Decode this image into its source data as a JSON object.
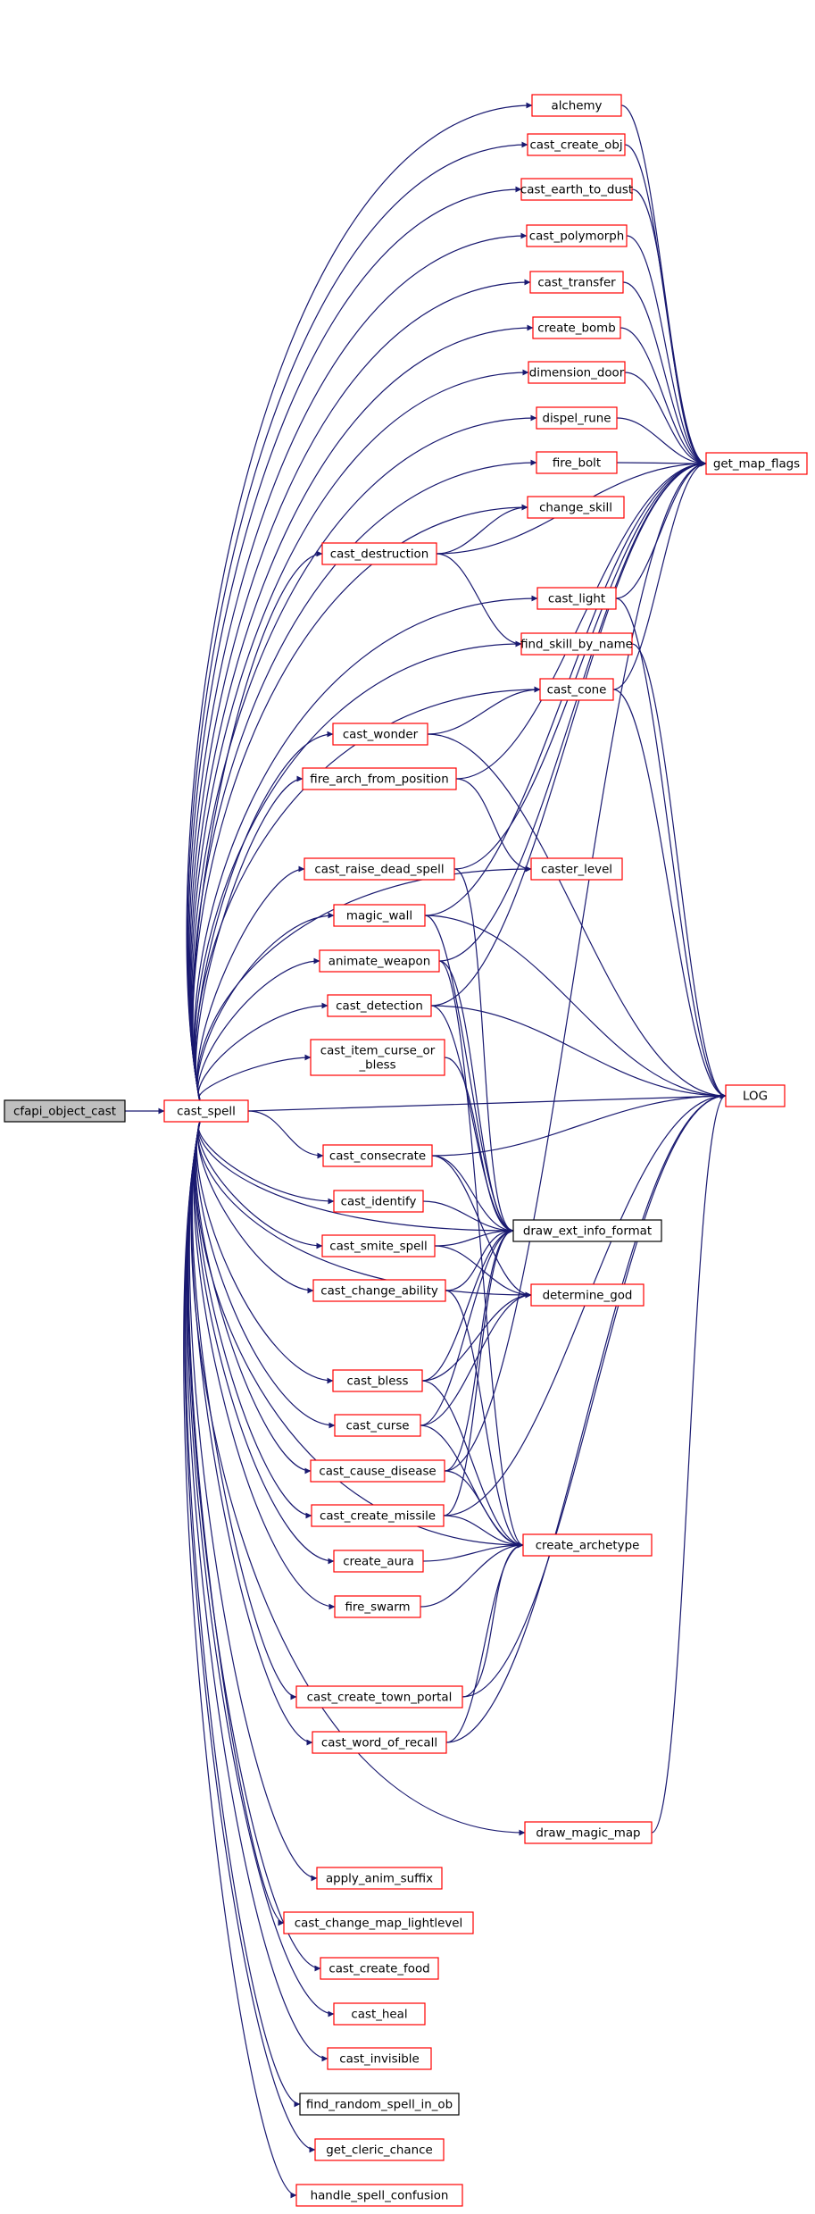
{
  "colors": {
    "edge": "#191970",
    "node_border_red": "#ff0000",
    "node_border_black": "#000000",
    "root_fill": "#bfbfbf",
    "node_fill": "#ffffff",
    "text": "#000000"
  },
  "nodes": [
    {
      "id": "cfapi_object_cast",
      "lines": [
        "cfapi_object_cast"
      ],
      "border": "black",
      "root": true
    },
    {
      "id": "cast_spell",
      "lines": [
        "cast_spell"
      ],
      "border": "red"
    },
    {
      "id": "alchemy",
      "lines": [
        "alchemy"
      ],
      "border": "red"
    },
    {
      "id": "cast_create_obj",
      "lines": [
        "cast_create_obj"
      ],
      "border": "red"
    },
    {
      "id": "cast_earth_to_dust",
      "lines": [
        "cast_earth_to_dust"
      ],
      "border": "red"
    },
    {
      "id": "cast_polymorph",
      "lines": [
        "cast_polymorph"
      ],
      "border": "red"
    },
    {
      "id": "cast_transfer",
      "lines": [
        "cast_transfer"
      ],
      "border": "red"
    },
    {
      "id": "create_bomb",
      "lines": [
        "create_bomb"
      ],
      "border": "red"
    },
    {
      "id": "dimension_door",
      "lines": [
        "dimension_door"
      ],
      "border": "red"
    },
    {
      "id": "dispel_rune",
      "lines": [
        "dispel_rune"
      ],
      "border": "red"
    },
    {
      "id": "fire_bolt",
      "lines": [
        "fire_bolt"
      ],
      "border": "red"
    },
    {
      "id": "get_map_flags",
      "lines": [
        "get_map_flags"
      ],
      "border": "red"
    },
    {
      "id": "change_skill",
      "lines": [
        "change_skill"
      ],
      "border": "red"
    },
    {
      "id": "cast_destruction",
      "lines": [
        "cast_destruction"
      ],
      "border": "red"
    },
    {
      "id": "cast_light",
      "lines": [
        "cast_light"
      ],
      "border": "red"
    },
    {
      "id": "find_skill_by_name",
      "lines": [
        "find_skill_by_name"
      ],
      "border": "red"
    },
    {
      "id": "cast_cone",
      "lines": [
        "cast_cone"
      ],
      "border": "red"
    },
    {
      "id": "cast_wonder",
      "lines": [
        "cast_wonder"
      ],
      "border": "red"
    },
    {
      "id": "fire_arch_from_position",
      "lines": [
        "fire_arch_from_position"
      ],
      "border": "red"
    },
    {
      "id": "caster_level",
      "lines": [
        "caster_level"
      ],
      "border": "red"
    },
    {
      "id": "cast_raise_dead_spell",
      "lines": [
        "cast_raise_dead_spell"
      ],
      "border": "red"
    },
    {
      "id": "magic_wall",
      "lines": [
        "magic_wall"
      ],
      "border": "red"
    },
    {
      "id": "animate_weapon",
      "lines": [
        "animate_weapon"
      ],
      "border": "red"
    },
    {
      "id": "cast_detection",
      "lines": [
        "cast_detection"
      ],
      "border": "red"
    },
    {
      "id": "LOG",
      "lines": [
        "LOG"
      ],
      "border": "red"
    },
    {
      "id": "cast_item_curse_or_bless",
      "lines": [
        "cast_item_curse_or",
        "_bless"
      ],
      "border": "red"
    },
    {
      "id": "cast_consecrate",
      "lines": [
        "cast_consecrate"
      ],
      "border": "red"
    },
    {
      "id": "cast_identify",
      "lines": [
        "cast_identify"
      ],
      "border": "red"
    },
    {
      "id": "draw_ext_info_format",
      "lines": [
        "draw_ext_info_format"
      ],
      "border": "black"
    },
    {
      "id": "cast_smite_spell",
      "lines": [
        "cast_smite_spell"
      ],
      "border": "red"
    },
    {
      "id": "cast_change_ability",
      "lines": [
        "cast_change_ability"
      ],
      "border": "red"
    },
    {
      "id": "determine_god",
      "lines": [
        "determine_god"
      ],
      "border": "red"
    },
    {
      "id": "cast_bless",
      "lines": [
        "cast_bless"
      ],
      "border": "red"
    },
    {
      "id": "cast_curse",
      "lines": [
        "cast_curse"
      ],
      "border": "red"
    },
    {
      "id": "cast_cause_disease",
      "lines": [
        "cast_cause_disease"
      ],
      "border": "red"
    },
    {
      "id": "cast_create_missile",
      "lines": [
        "cast_create_missile"
      ],
      "border": "red"
    },
    {
      "id": "create_archetype",
      "lines": [
        "create_archetype"
      ],
      "border": "red"
    },
    {
      "id": "create_aura",
      "lines": [
        "create_aura"
      ],
      "border": "red"
    },
    {
      "id": "fire_swarm",
      "lines": [
        "fire_swarm"
      ],
      "border": "red"
    },
    {
      "id": "cast_create_town_portal",
      "lines": [
        "cast_create_town_portal"
      ],
      "border": "red"
    },
    {
      "id": "cast_word_of_recall",
      "lines": [
        "cast_word_of_recall"
      ],
      "border": "red"
    },
    {
      "id": "draw_magic_map",
      "lines": [
        "draw_magic_map"
      ],
      "border": "red"
    },
    {
      "id": "apply_anim_suffix",
      "lines": [
        "apply_anim_suffix"
      ],
      "border": "red"
    },
    {
      "id": "cast_change_map_lightlevel",
      "lines": [
        "cast_change_map_lightlevel"
      ],
      "border": "red"
    },
    {
      "id": "cast_create_food",
      "lines": [
        "cast_create_food"
      ],
      "border": "red"
    },
    {
      "id": "cast_heal",
      "lines": [
        "cast_heal"
      ],
      "border": "red"
    },
    {
      "id": "cast_invisible",
      "lines": [
        "cast_invisible"
      ],
      "border": "red"
    },
    {
      "id": "find_random_spell_in_ob",
      "lines": [
        "find_random_spell_in_ob"
      ],
      "border": "black"
    },
    {
      "id": "get_cleric_chance",
      "lines": [
        "get_cleric_chance"
      ],
      "border": "red"
    },
    {
      "id": "handle_spell_confusion",
      "lines": [
        "handle_spell_confusion"
      ],
      "border": "red"
    }
  ],
  "edges": [
    [
      "cfapi_object_cast",
      "cast_spell"
    ],
    [
      "cast_spell",
      "alchemy"
    ],
    [
      "cast_spell",
      "cast_create_obj"
    ],
    [
      "cast_spell",
      "cast_earth_to_dust"
    ],
    [
      "cast_spell",
      "cast_polymorph"
    ],
    [
      "cast_spell",
      "cast_transfer"
    ],
    [
      "cast_spell",
      "create_bomb"
    ],
    [
      "cast_spell",
      "dimension_door"
    ],
    [
      "cast_spell",
      "dispel_rune"
    ],
    [
      "cast_spell",
      "fire_bolt"
    ],
    [
      "cast_spell",
      "change_skill"
    ],
    [
      "cast_spell",
      "cast_destruction"
    ],
    [
      "cast_spell",
      "cast_light"
    ],
    [
      "cast_spell",
      "find_skill_by_name"
    ],
    [
      "cast_spell",
      "cast_cone"
    ],
    [
      "cast_spell",
      "cast_wonder"
    ],
    [
      "cast_spell",
      "fire_arch_from_position"
    ],
    [
      "cast_spell",
      "caster_level"
    ],
    [
      "cast_spell",
      "cast_raise_dead_spell"
    ],
    [
      "cast_spell",
      "magic_wall"
    ],
    [
      "cast_spell",
      "animate_weapon"
    ],
    [
      "cast_spell",
      "cast_detection"
    ],
    [
      "cast_spell",
      "cast_item_curse_or_bless"
    ],
    [
      "cast_spell",
      "LOG"
    ],
    [
      "cast_spell",
      "cast_consecrate"
    ],
    [
      "cast_spell",
      "cast_identify"
    ],
    [
      "cast_spell",
      "draw_ext_info_format"
    ],
    [
      "cast_spell",
      "cast_smite_spell"
    ],
    [
      "cast_spell",
      "cast_change_ability"
    ],
    [
      "cast_spell",
      "determine_god"
    ],
    [
      "cast_spell",
      "cast_bless"
    ],
    [
      "cast_spell",
      "cast_curse"
    ],
    [
      "cast_spell",
      "cast_cause_disease"
    ],
    [
      "cast_spell",
      "cast_create_missile"
    ],
    [
      "cast_spell",
      "create_archetype"
    ],
    [
      "cast_spell",
      "create_aura"
    ],
    [
      "cast_spell",
      "fire_swarm"
    ],
    [
      "cast_spell",
      "cast_create_town_portal"
    ],
    [
      "cast_spell",
      "cast_word_of_recall"
    ],
    [
      "cast_spell",
      "draw_magic_map"
    ],
    [
      "cast_spell",
      "apply_anim_suffix"
    ],
    [
      "cast_spell",
      "cast_change_map_lightlevel"
    ],
    [
      "cast_spell",
      "cast_create_food"
    ],
    [
      "cast_spell",
      "cast_heal"
    ],
    [
      "cast_spell",
      "cast_invisible"
    ],
    [
      "cast_spell",
      "find_random_spell_in_ob"
    ],
    [
      "cast_spell",
      "get_cleric_chance"
    ],
    [
      "cast_spell",
      "handle_spell_confusion"
    ],
    [
      "alchemy",
      "get_map_flags"
    ],
    [
      "cast_create_obj",
      "get_map_flags"
    ],
    [
      "cast_earth_to_dust",
      "get_map_flags"
    ],
    [
      "cast_polymorph",
      "get_map_flags"
    ],
    [
      "cast_transfer",
      "get_map_flags"
    ],
    [
      "create_bomb",
      "get_map_flags"
    ],
    [
      "dimension_door",
      "get_map_flags"
    ],
    [
      "dispel_rune",
      "get_map_flags"
    ],
    [
      "fire_bolt",
      "get_map_flags"
    ],
    [
      "cast_destruction",
      "change_skill"
    ],
    [
      "cast_destruction",
      "get_map_flags"
    ],
    [
      "cast_destruction",
      "find_skill_by_name"
    ],
    [
      "cast_light",
      "get_map_flags"
    ],
    [
      "cast_light",
      "LOG"
    ],
    [
      "find_skill_by_name",
      "LOG"
    ],
    [
      "cast_cone",
      "get_map_flags"
    ],
    [
      "cast_cone",
      "LOG"
    ],
    [
      "cast_wonder",
      "cast_cone"
    ],
    [
      "cast_wonder",
      "LOG"
    ],
    [
      "fire_arch_from_position",
      "get_map_flags"
    ],
    [
      "fire_arch_from_position",
      "caster_level"
    ],
    [
      "cast_raise_dead_spell",
      "get_map_flags"
    ],
    [
      "cast_raise_dead_spell",
      "draw_ext_info_format"
    ],
    [
      "magic_wall",
      "get_map_flags"
    ],
    [
      "magic_wall",
      "LOG"
    ],
    [
      "magic_wall",
      "draw_ext_info_format"
    ],
    [
      "animate_weapon",
      "get_map_flags"
    ],
    [
      "animate_weapon",
      "draw_ext_info_format"
    ],
    [
      "animate_weapon",
      "create_archetype"
    ],
    [
      "cast_detection",
      "LOG"
    ],
    [
      "cast_detection",
      "get_map_flags"
    ],
    [
      "cast_detection",
      "draw_ext_info_format"
    ],
    [
      "cast_item_curse_or_bless",
      "draw_ext_info_format"
    ],
    [
      "cast_consecrate",
      "LOG"
    ],
    [
      "cast_consecrate",
      "draw_ext_info_format"
    ],
    [
      "cast_consecrate",
      "determine_god"
    ],
    [
      "cast_identify",
      "draw_ext_info_format"
    ],
    [
      "cast_smite_spell",
      "draw_ext_info_format"
    ],
    [
      "cast_smite_spell",
      "determine_god"
    ],
    [
      "cast_change_ability",
      "draw_ext_info_format"
    ],
    [
      "cast_change_ability",
      "create_archetype"
    ],
    [
      "cast_bless",
      "draw_ext_info_format"
    ],
    [
      "cast_bless",
      "determine_god"
    ],
    [
      "cast_bless",
      "create_archetype"
    ],
    [
      "cast_curse",
      "draw_ext_info_format"
    ],
    [
      "cast_curse",
      "determine_god"
    ],
    [
      "cast_curse",
      "create_archetype"
    ],
    [
      "cast_cause_disease",
      "get_map_flags"
    ],
    [
      "cast_cause_disease",
      "draw_ext_info_format"
    ],
    [
      "cast_cause_disease",
      "create_archetype"
    ],
    [
      "cast_create_missile",
      "LOG"
    ],
    [
      "cast_create_missile",
      "draw_ext_info_format"
    ],
    [
      "cast_create_missile",
      "create_archetype"
    ],
    [
      "create_aura",
      "create_archetype"
    ],
    [
      "fire_swarm",
      "create_archetype"
    ],
    [
      "cast_create_town_portal",
      "LOG"
    ],
    [
      "cast_create_town_portal",
      "create_archetype"
    ],
    [
      "cast_word_of_recall",
      "create_archetype"
    ],
    [
      "cast_word_of_recall",
      "LOG"
    ],
    [
      "draw_magic_map",
      "LOG"
    ]
  ]
}
